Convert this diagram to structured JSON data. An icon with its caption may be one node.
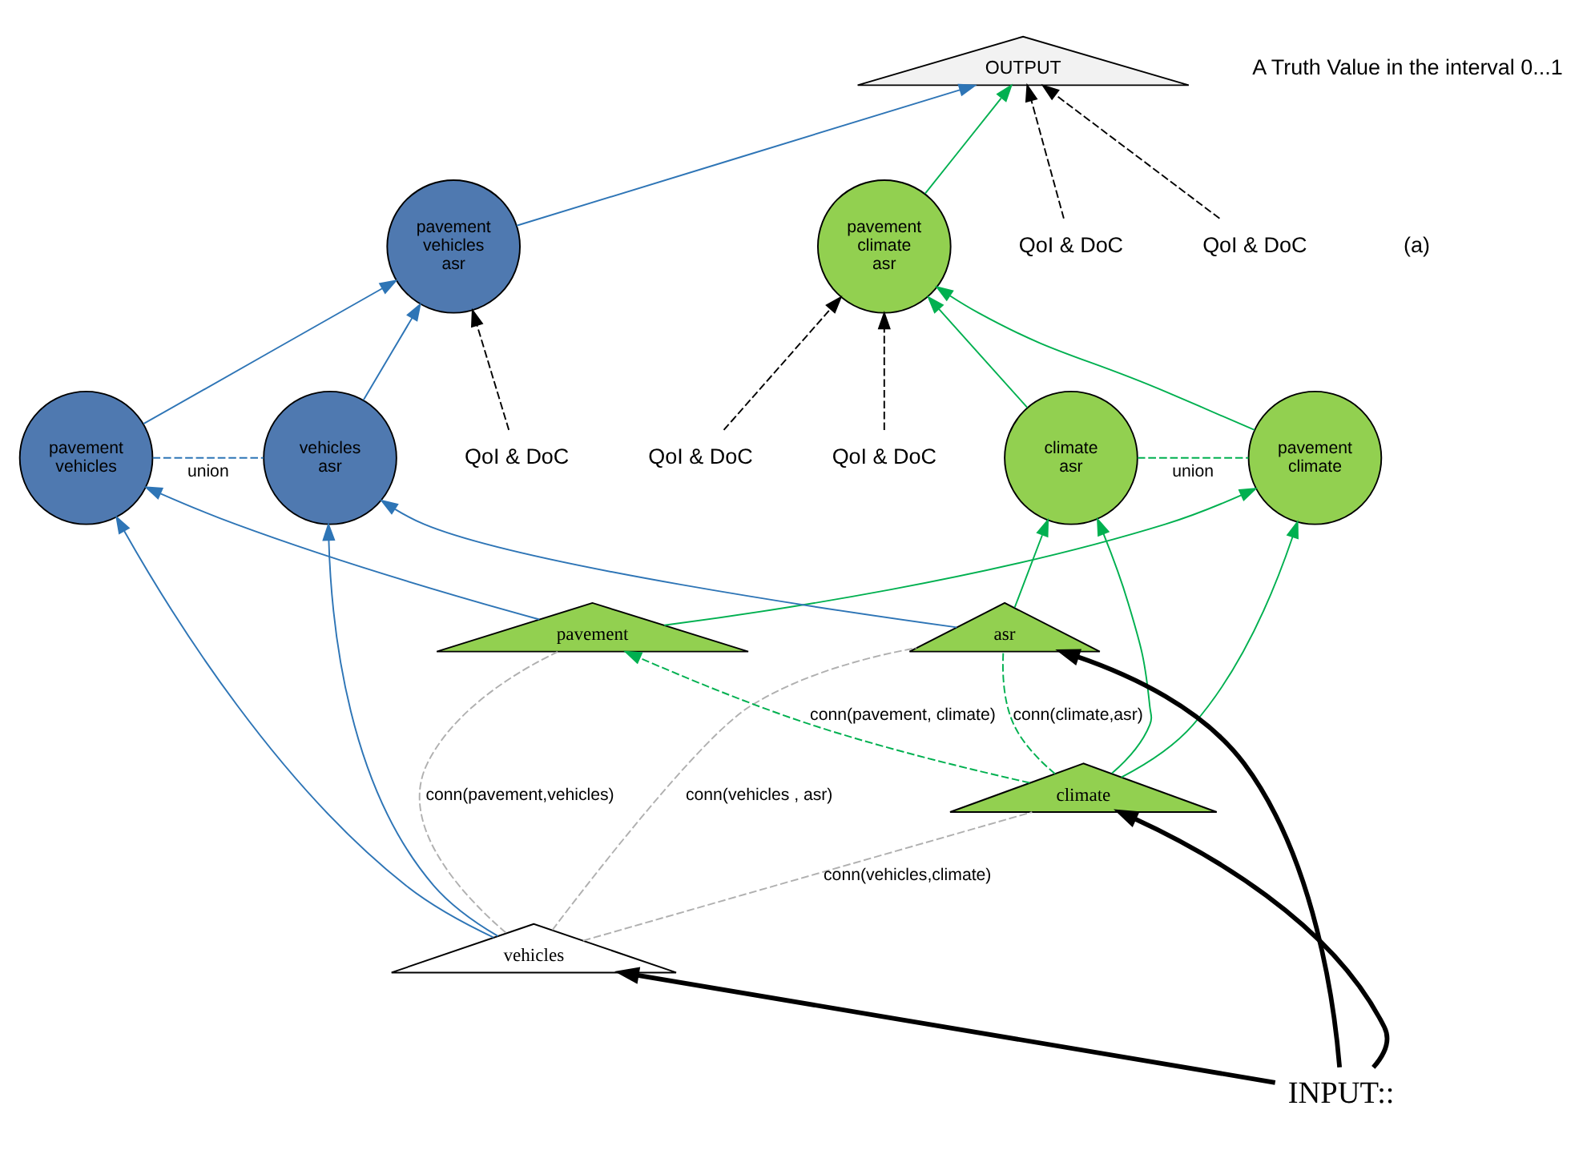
{
  "diagram": {
    "nodes": [
      {
        "text": [
          "OUTPUT"
        ]
      },
      {
        "text": [
          "pavement vehicles asr"
        ]
      },
      {
        "text": [
          "pavement climate asr"
        ]
      },
      {
        "text": [
          "pavement vehicles"
        ]
      },
      {
        "text": [
          "vehicles asr"
        ]
      },
      {
        "text": [
          "climate asr"
        ]
      },
      {
        "text": [
          "pavement climate"
        ]
      },
      {
        "text": [
          "pavement"
        ]
      },
      {
        "text": [
          "vehicles"
        ]
      },
      {
        "text": [
          "climate"
        ]
      },
      {
        "text": [
          "asr"
        ]
      },
      {
        "text": [
          "INPUT::"
        ]
      },
      {
        "text": [
          "QoI & DoC"
        ]
      },
      {
        "text": [
          "QoI & DoC"
        ]
      },
      {
        "text": [
          "QoI & DoC"
        ]
      },
      {
        "text": [
          "QoI & DoC"
        ]
      },
      {
        "text": [
          "QoI & DoC"
        ]
      }
    ],
    "edges": [
      {
        "from": 1,
        "to": 0,
        "arrow": "to",
        "color": "#2e75b6"
      },
      {
        "from": 2,
        "to": 0,
        "arrow": "to",
        "color": "#00b050"
      },
      {
        "from": 3,
        "to": 1,
        "arrow": "to",
        "color": "#2e75b6"
      },
      {
        "from": 4,
        "to": 1,
        "arrow": "to",
        "color": "#2e75b6"
      },
      {
        "from": 5,
        "to": 2,
        "arrow": "to",
        "color": "#00b050"
      },
      {
        "from": 6,
        "to": 2,
        "arrow": "to",
        "color": "#00b050"
      },
      {
        "from": 3,
        "to": 4,
        "arrow": "none",
        "label": "union",
        "style": "dashed",
        "color": "#2e75b6"
      },
      {
        "from": 5,
        "to": 6,
        "arrow": "none",
        "label": "union",
        "style": "dashed",
        "color": "#00b050"
      },
      {
        "from": 8,
        "to": 3,
        "arrow": "to",
        "color": "#2e75b6"
      },
      {
        "from": 7,
        "to": 3,
        "arrow": "to",
        "color": "#2e75b6"
      },
      {
        "from": 8,
        "to": 4,
        "arrow": "to",
        "color": "#2e75b6"
      },
      {
        "from": 10,
        "to": 4,
        "arrow": "to",
        "color": "#2e75b6"
      },
      {
        "from": 10,
        "to": 5,
        "arrow": "to",
        "color": "#00b050"
      },
      {
        "from": 9,
        "to": 5,
        "arrow": "to",
        "color": "#00b050"
      },
      {
        "from": 7,
        "to": 6,
        "arrow": "to",
        "color": "#00b050"
      },
      {
        "from": 9,
        "to": 6,
        "arrow": "to",
        "color": "#00b050"
      },
      {
        "from": 8,
        "to": 7,
        "arrow": "none",
        "label": "conn(pavement,vehicles)",
        "style": "dashed",
        "color": "#b0b0b0"
      },
      {
        "from": 9,
        "to": 7,
        "arrow": "to",
        "label": "conn(pavement, climate)",
        "style": "dashed",
        "color": "#00b050"
      },
      {
        "from": 8,
        "to": 9,
        "arrow": "none",
        "label": "conn(vehicles,climate)",
        "style": "dashed",
        "color": "#b0b0b0"
      },
      {
        "from": 8,
        "to": 10,
        "arrow": "none",
        "label": "conn(vehicles , asr)",
        "style": "dashed",
        "color": "#b0b0b0"
      },
      {
        "from": 9,
        "to": 10,
        "arrow": "none",
        "label": "conn(climate,asr)",
        "style": "dashed",
        "color": "#00b050"
      },
      {
        "from": 11,
        "to": 8,
        "arrow": "to",
        "style": "thick",
        "color": "#000000"
      },
      {
        "from": 11,
        "to": 10,
        "arrow": "to",
        "style": "thick",
        "color": "#000000"
      },
      {
        "from": 11,
        "to": 9,
        "arrow": "to",
        "style": "thick",
        "color": "#000000"
      },
      {
        "from": 12,
        "to": 0,
        "arrow": "to",
        "style": "dashed",
        "color": "#000000"
      },
      {
        "from": 13,
        "to": 0,
        "arrow": "to",
        "style": "dashed",
        "color": "#000000"
      },
      {
        "from": 14,
        "to": 1,
        "arrow": "to",
        "style": "dashed",
        "color": "#000000"
      },
      {
        "from": 15,
        "to": 2,
        "arrow": "to",
        "style": "dashed",
        "color": "#000000"
      },
      {
        "from": 16,
        "to": 2,
        "arrow": "to",
        "style": "dashed",
        "color": "#000000"
      }
    ],
    "labels": [
      "A Truth Value in the interval 0...1",
      "(a)"
    ]
  }
}
